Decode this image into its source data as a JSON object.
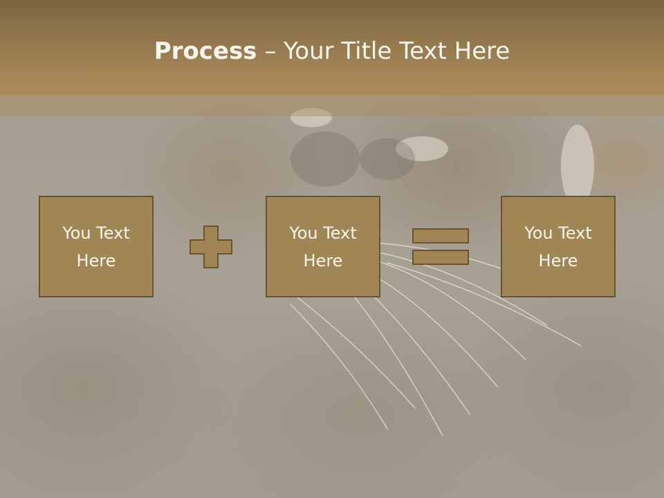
{
  "slide": {
    "title_bold": "Process",
    "title_rest": " – Your Title Text Here",
    "boxes": [
      {
        "label": "You Text Here"
      },
      {
        "label": "You Text Here"
      },
      {
        "label": "You Text Here"
      }
    ],
    "operators": [
      "plus-icon",
      "equals-icon"
    ]
  },
  "colors": {
    "title_bar": "#94794e",
    "box_fill": "#a08555",
    "box_border": "#6b5332",
    "text": "#fbf6ec"
  }
}
